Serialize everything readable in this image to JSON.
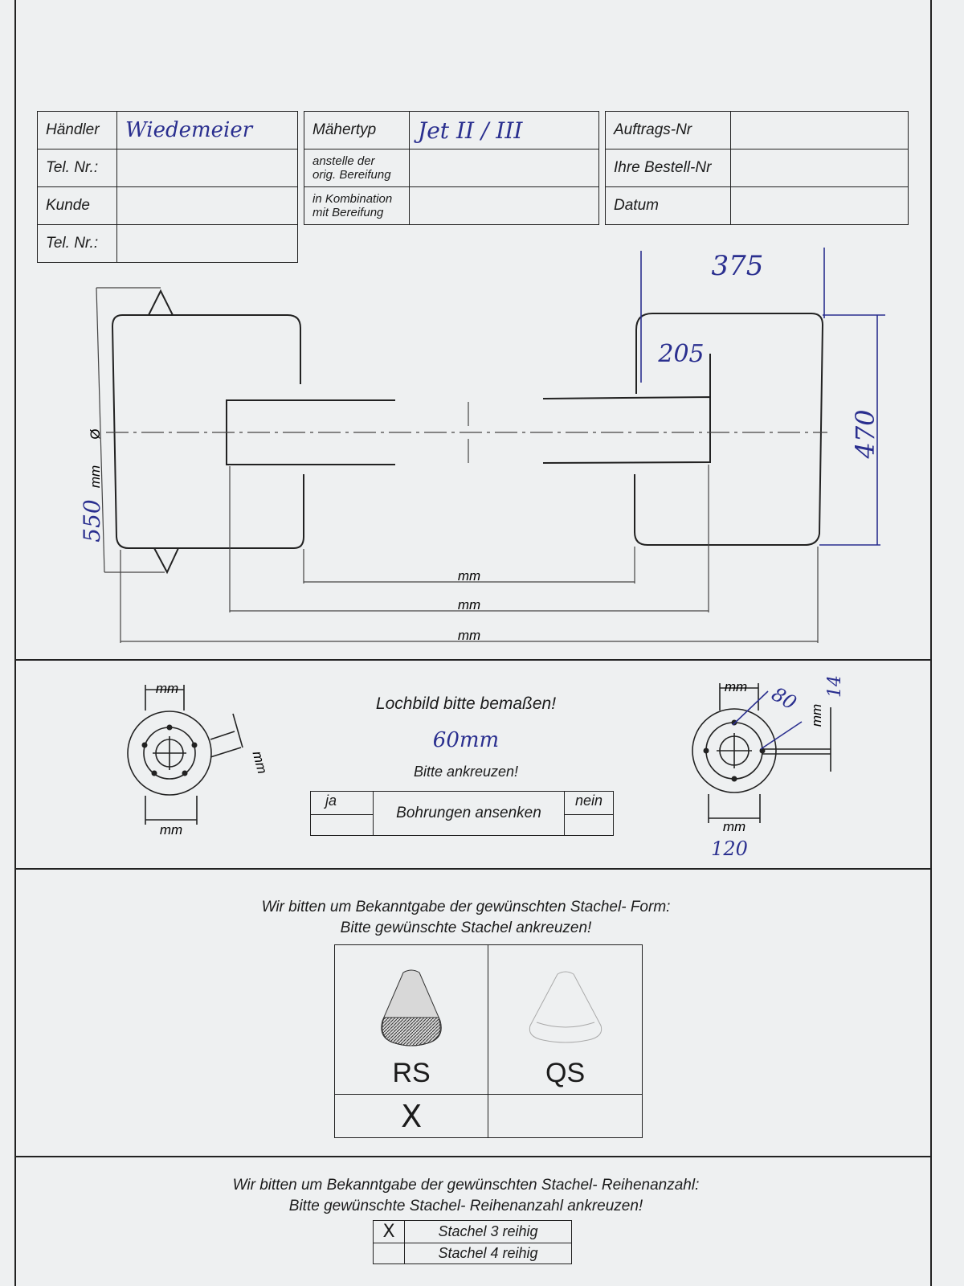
{
  "header": {
    "left": [
      {
        "label": "Händler",
        "value": "Wiedemeier"
      },
      {
        "label": "Tel. Nr.:",
        "value": ""
      },
      {
        "label": "Kunde",
        "value": ""
      },
      {
        "label": "Tel. Nr.:",
        "value": ""
      }
    ],
    "middle": [
      {
        "label": "Mähertyp",
        "value": "Jet II / III"
      },
      {
        "label": "anstelle der orig. Bereifung",
        "value": ""
      },
      {
        "label": "in Kombination mit Bereifung",
        "value": ""
      }
    ],
    "right": [
      {
        "label": "Auftrags-Nr",
        "value": ""
      },
      {
        "label": "Ihre Bestell-Nr",
        "value": ""
      },
      {
        "label": "Datum",
        "value": ""
      }
    ]
  },
  "drawing": {
    "unit": "mm",
    "diameter_label": "Ø",
    "diameter_value": "550",
    "right_width_value": "375",
    "hub_value": "205",
    "height_value": "470"
  },
  "holes": {
    "title": "Lochbild bitte bemaßen!",
    "value": "60mm",
    "unit": "mm",
    "right_angle": "80",
    "right_size": "14",
    "right_bottom": "120",
    "instruction": "Bitte ankreuzen!",
    "yes": "ja",
    "option": "Bohrungen ansenken",
    "no": "nein"
  },
  "spike_form": {
    "line1": "Wir bitten um Bekanntgabe der gewünschten Stachel- Form:",
    "line2": "Bitte gewünschte Stachel ankreuzen!",
    "options": [
      {
        "label": "RS",
        "mark": "X"
      },
      {
        "label": "QS",
        "mark": ""
      }
    ]
  },
  "spike_rows": {
    "line1": "Wir bitten um Bekanntgabe der gewünschten Stachel- Reihenanzahl:",
    "line2": "Bitte gewünschte Stachel- Reihenanzahl ankreuzen!",
    "options": [
      {
        "label": "Stachel 3 reihig",
        "mark": "X"
      },
      {
        "label": "Stachel 4 reihig",
        "mark": ""
      }
    ]
  }
}
